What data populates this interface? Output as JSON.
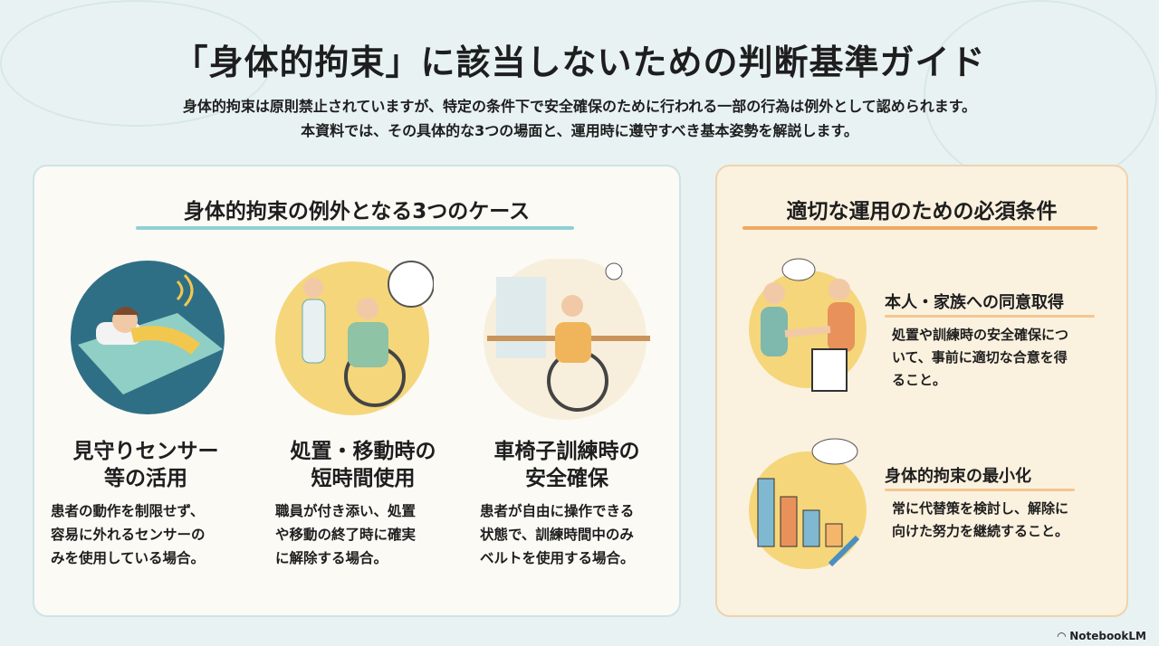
{
  "title": "「身体的拘束」に該当しないための判断基準ガイド",
  "subtitle": [
    "身体的拘束は原則禁止されていますが、特定の条件下で安全確保のために行われる一部の行為は例外として認められます。",
    "本資料では、その具体的な3つの場面と、運用時に遵守すべき基本姿勢を解説します。"
  ],
  "left": {
    "heading": "身体的拘束の例外となる3つのケース",
    "cases": [
      {
        "title": [
          "見守りセンサー",
          "等の活用"
        ],
        "desc": "患者の動作を制限せず、\n容易に外れるセンサーの\nみを使用している場合。",
        "icon": "sensor-bed-icon"
      },
      {
        "title": [
          "処置・移動時の",
          "短時間使用"
        ],
        "desc": "職員が付き添い、処置\nや移動の終了時に確実\nに解除する場合。",
        "icon": "wheelchair-staff-icon"
      },
      {
        "title": [
          "車椅子訓練時の",
          "安全確保"
        ],
        "desc": "患者が自由に操作できる\n状態で、訓練時間中のみ\nベルトを使用する場合。",
        "icon": "wheelchair-training-icon"
      }
    ]
  },
  "right": {
    "heading": "適切な運用のための必須条件",
    "conditions": [
      {
        "title": "本人・家族への同意取得",
        "desc": "処置や訓練時の安全確保につ\nいて、事前に適切な合意を得\nること。",
        "icon": "handshake-consent-icon"
      },
      {
        "title": "身体的拘束の最小化",
        "desc": "常に代替策を検討し、解除に\n向けた努力を継続すること。",
        "icon": "decreasing-chart-icon"
      }
    ]
  },
  "watermark": "NotebookLM",
  "colors": {
    "teal": "#7cc6cf",
    "orange": "#f0a860",
    "yellow": "#f5d67a"
  }
}
